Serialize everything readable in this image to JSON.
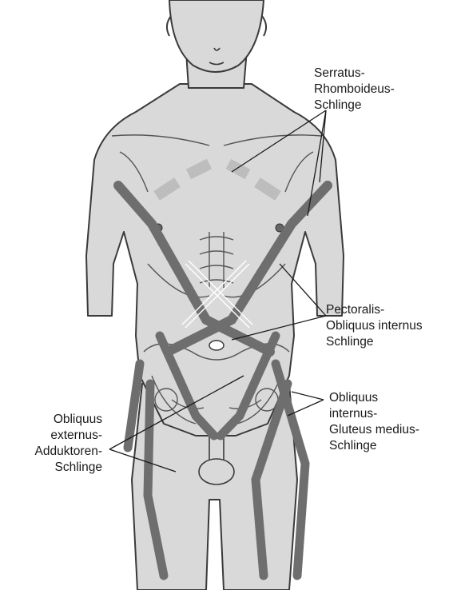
{
  "labels": {
    "serratus": [
      "Serratus-",
      "Rhomboideus-",
      "Schlinge"
    ],
    "pectoralis": [
      "Pectoralis-",
      "Obliquus internus",
      "Schlinge"
    ],
    "obliquus_internus": [
      "Obliquus",
      "internus-",
      "Gluteus medius-",
      "Schlinge"
    ],
    "obliquus_externus": [
      "Obliquus",
      "externus-",
      "Adduktoren-",
      "Schlinge"
    ]
  },
  "colors": {
    "body_fill": "#d9d9d9",
    "outline": "#3a3a3a",
    "sling": "#6e6e6e",
    "sling_light": "#bdbdbd",
    "text": "#1a1a1a"
  }
}
